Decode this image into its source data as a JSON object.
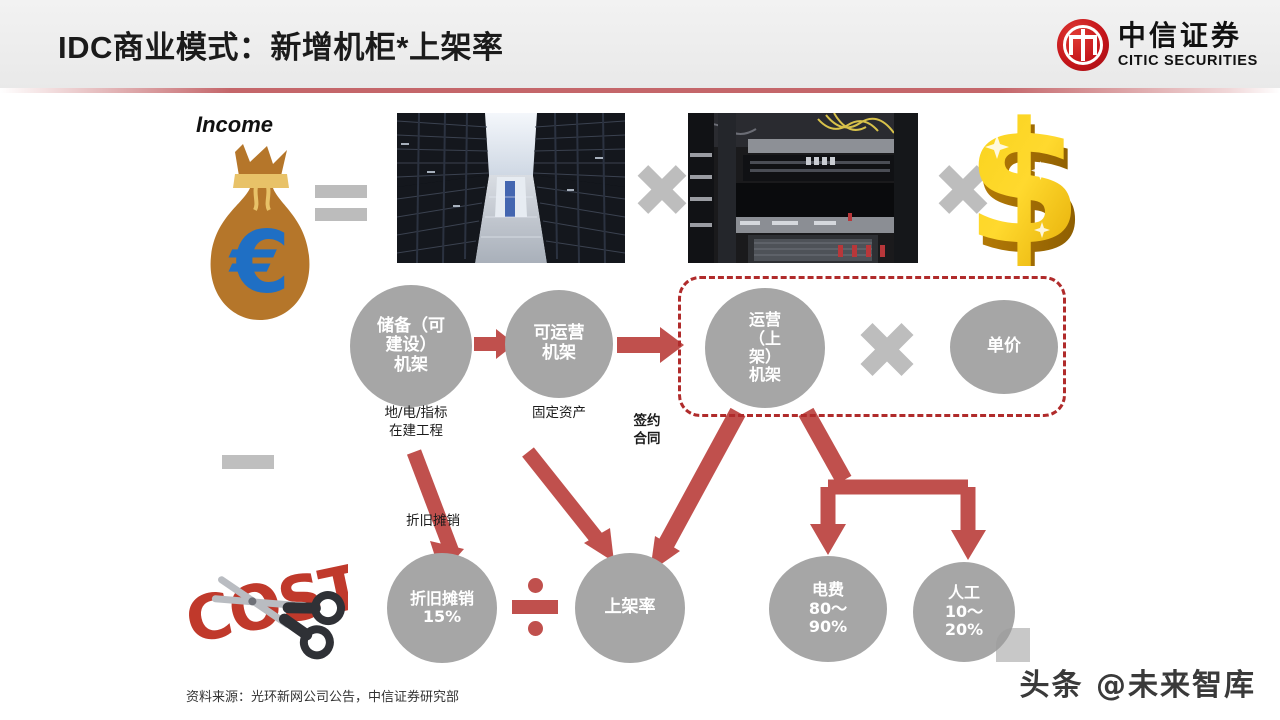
{
  "header": {
    "title": "IDC商业模式：新增机柜*上架率",
    "accent_color": "#c4666a"
  },
  "logo": {
    "emblem_name": "citic-emblem",
    "cn": "中信证券",
    "en": "CITIC SECURITIES",
    "color": "#c4141a"
  },
  "diagram": {
    "income_label": "Income",
    "money_bag_icon": "money-bag-euro-icon",
    "equals_icon": "equals-sign",
    "minus_icon": "minus-sign",
    "multiply_icon": "multiply-sign",
    "divide_icon": "divide-sign",
    "dollar_icon": "dollar-sign-3d",
    "costs_icon": "costs-scissors-icon",
    "photo_1_name": "data-center-aisle-photo",
    "photo_2_name": "server-rack-closeup-photo",
    "dashed_group_name": "revenue-group-box",
    "nodes": {
      "reserve": [
        "储备（可",
        "建设）",
        "机架"
      ],
      "operable": [
        "可运营",
        "机架"
      ],
      "racked": [
        "运营",
        "（上",
        "架）",
        "机架"
      ],
      "unit_price": [
        "单价"
      ],
      "depreciation": [
        "折旧摊销",
        "15%"
      ],
      "rack_rate": [
        "上架率"
      ],
      "power": [
        "电费",
        "80～",
        "90%"
      ],
      "labor": [
        "人工",
        "10～",
        "20%"
      ]
    },
    "captions": {
      "land": [
        "地/电/指标",
        "在建工程"
      ],
      "fixed_asset": [
        "固定资产"
      ],
      "contract": [
        "签约",
        "合同"
      ],
      "depreciation": [
        "折旧摊销"
      ]
    },
    "node_color": "#a6a6a6",
    "arrow_color": "#c0504d",
    "dash_color": "#b02b2b"
  },
  "footer": {
    "source": "资料来源：光环新网公司公告，中信证券研究部",
    "watermark": "头条 @未来智库"
  }
}
